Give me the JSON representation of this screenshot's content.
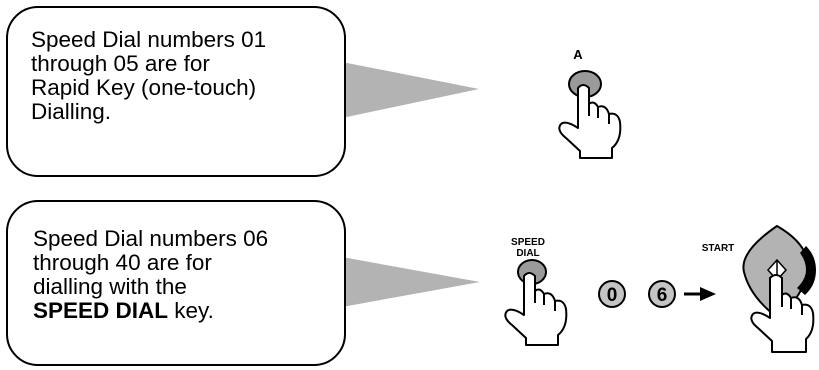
{
  "callouts": [
    {
      "lines": [
        "Speed Dial numbers 01",
        "through 05 are for",
        "Rapid Key (one-touch)",
        "Dialling."
      ]
    },
    {
      "lines": [
        "Speed Dial numbers 06",
        "through 40 are for",
        "dialling with the"
      ],
      "last_line_bold": "SPEED DIAL",
      "last_line_rest": " key."
    }
  ],
  "keys": {
    "rapid_key_label": "A",
    "speed_dial_label_top": "SPEED",
    "speed_dial_label_bottom": "DIAL",
    "digit_1": "0",
    "digit_2": "6",
    "start_label": "START"
  },
  "icons": [
    "pointing-hand-icon",
    "arrow-right-icon",
    "start-diamond-icon"
  ]
}
